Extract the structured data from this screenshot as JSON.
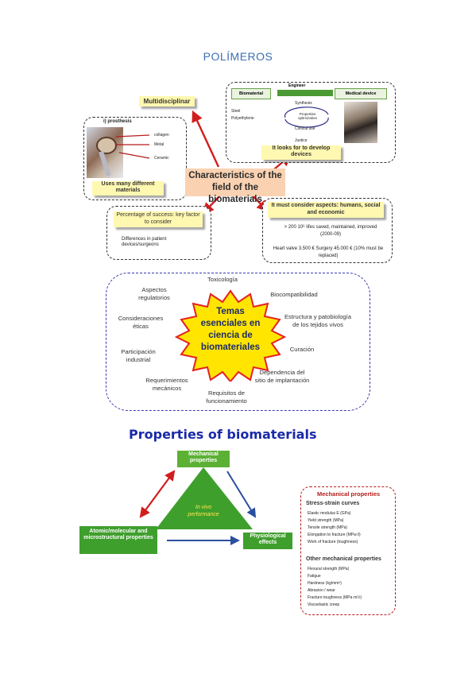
{
  "page_title": "POLÍMEROS",
  "diagram1": {
    "center": "Characteristics of the field of the biomaterials",
    "multidisciplinar": "Multidisciplinar",
    "prosthesis": {
      "title": "i) prosthesis",
      "labels": [
        "collagen",
        "Metal",
        "Ceramic"
      ],
      "caption": "Uses many different materials"
    },
    "device": {
      "biomaterial": "Biomaterial",
      "engineer": "Engineer",
      "medical_device": "Medical device",
      "steel": "Steel",
      "polyethylene": "Polyethylene",
      "properties": "Properties optimization",
      "synthesis": "Synthesis",
      "clinical_use": "Clinical use",
      "justice": "Justice",
      "caption": "It looks for to develop devices"
    },
    "success": {
      "title": "Percentage of success: key factor to consider",
      "text": "Differences in patient devices/surgeons"
    },
    "aspects": {
      "title": "It must consider aspects: humans, social and economic",
      "line1": "> 200 10⁶ lifes saved, maintained, improved (2000-09)",
      "line2": "Heart valve 3.500 € Surgery 45.000 € (10% must be replaced)"
    }
  },
  "diagram2": {
    "center": "Temas esenciales en ciencia de biomateriales",
    "topics": {
      "toxicologia": "Toxicología",
      "biocompatibilidad": "Biocompatibilidad",
      "estructura": "Estructura y patobiología de los tejidos vivos",
      "curacion": "Curación",
      "dependencia": "Dependencia del sitio de implantación",
      "requisitos": "Requisitos de funcionamiento",
      "requerimientos": "Requerimientos mecánicos",
      "participacion": "Participación industrial",
      "consideraciones": "Consideraciones éticas",
      "aspectos": "Aspectos regulatorios"
    }
  },
  "diagram3": {
    "title": "Properties of biomaterials",
    "mechanical": "Mechanical properties",
    "atomic": "Atomic/molecular and microstructural properties",
    "physiological": "Physiological effects",
    "in_vivo": "In vivo performance",
    "box_title": "Mechanical properties",
    "stress_title": "Stress-strain curves",
    "stress_items": [
      "Elastic modulus E (GPa)",
      "Yield strength (MPa)",
      "Tensile strength (MPa)",
      "Elongation to fracture (MPa√t)",
      "Work of fracture (toughness)"
    ],
    "other_title": "Other mechanical properties",
    "other_items": [
      "Flexural strength (MPa)",
      "Fatigue",
      "Hardness (kg/mm²)",
      "Abrasion / wear",
      "Fracture toughness (MPa·m½)",
      "Viscoelastic creep"
    ]
  },
  "colors": {
    "arrow_red": "#d21d1d",
    "arrow_blue": "#2a4f9e",
    "green": "#3f9f2d",
    "yellow_star": "#ffe500",
    "star_border": "#e32222"
  }
}
